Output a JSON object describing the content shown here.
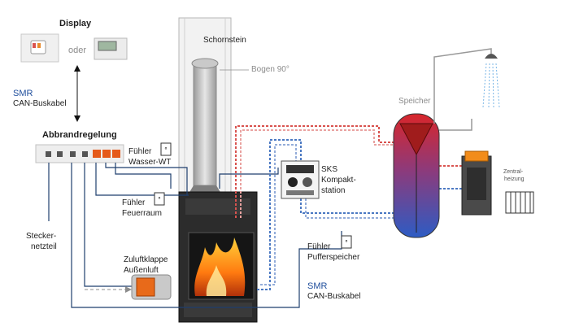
{
  "labels": {
    "display": "Display",
    "oder": "oder",
    "smr_top": "SMR",
    "can_bus_top": "CAN-Buskabel",
    "abbrandregelung": "Abbrandregelung",
    "schornstein": "Schornstein",
    "bogen": "Bogen 90°",
    "speicher": "Speicher",
    "fuehler_wasser_1": "Fühler",
    "fuehler_wasser_2": "Wasser-WT",
    "fuehler_feuer_1": "Fühler",
    "fuehler_feuer_2": "Feuerraum",
    "stecker_1": "Stecker-",
    "stecker_2": "netzteil",
    "zuluft_1": "Zuluftklappe",
    "zuluft_2": "Außenluft",
    "sks_1": "SKS",
    "sks_2": "Kompakt-",
    "sks_3": "station",
    "fuehler_puffer_1": "Fühler",
    "fuehler_puffer_2": "Pufferspeicher",
    "smr_bottom": "SMR",
    "can_bus_bottom": "CAN-Buskabel",
    "zentral_1": "Zentral-",
    "zentral_2": "heizung"
  },
  "colors": {
    "flow_hot": "#d9534f",
    "flow_cold": "#4a78c2",
    "signal_line": "#1f3f6e",
    "can_blue": "#1f4e9c"
  }
}
